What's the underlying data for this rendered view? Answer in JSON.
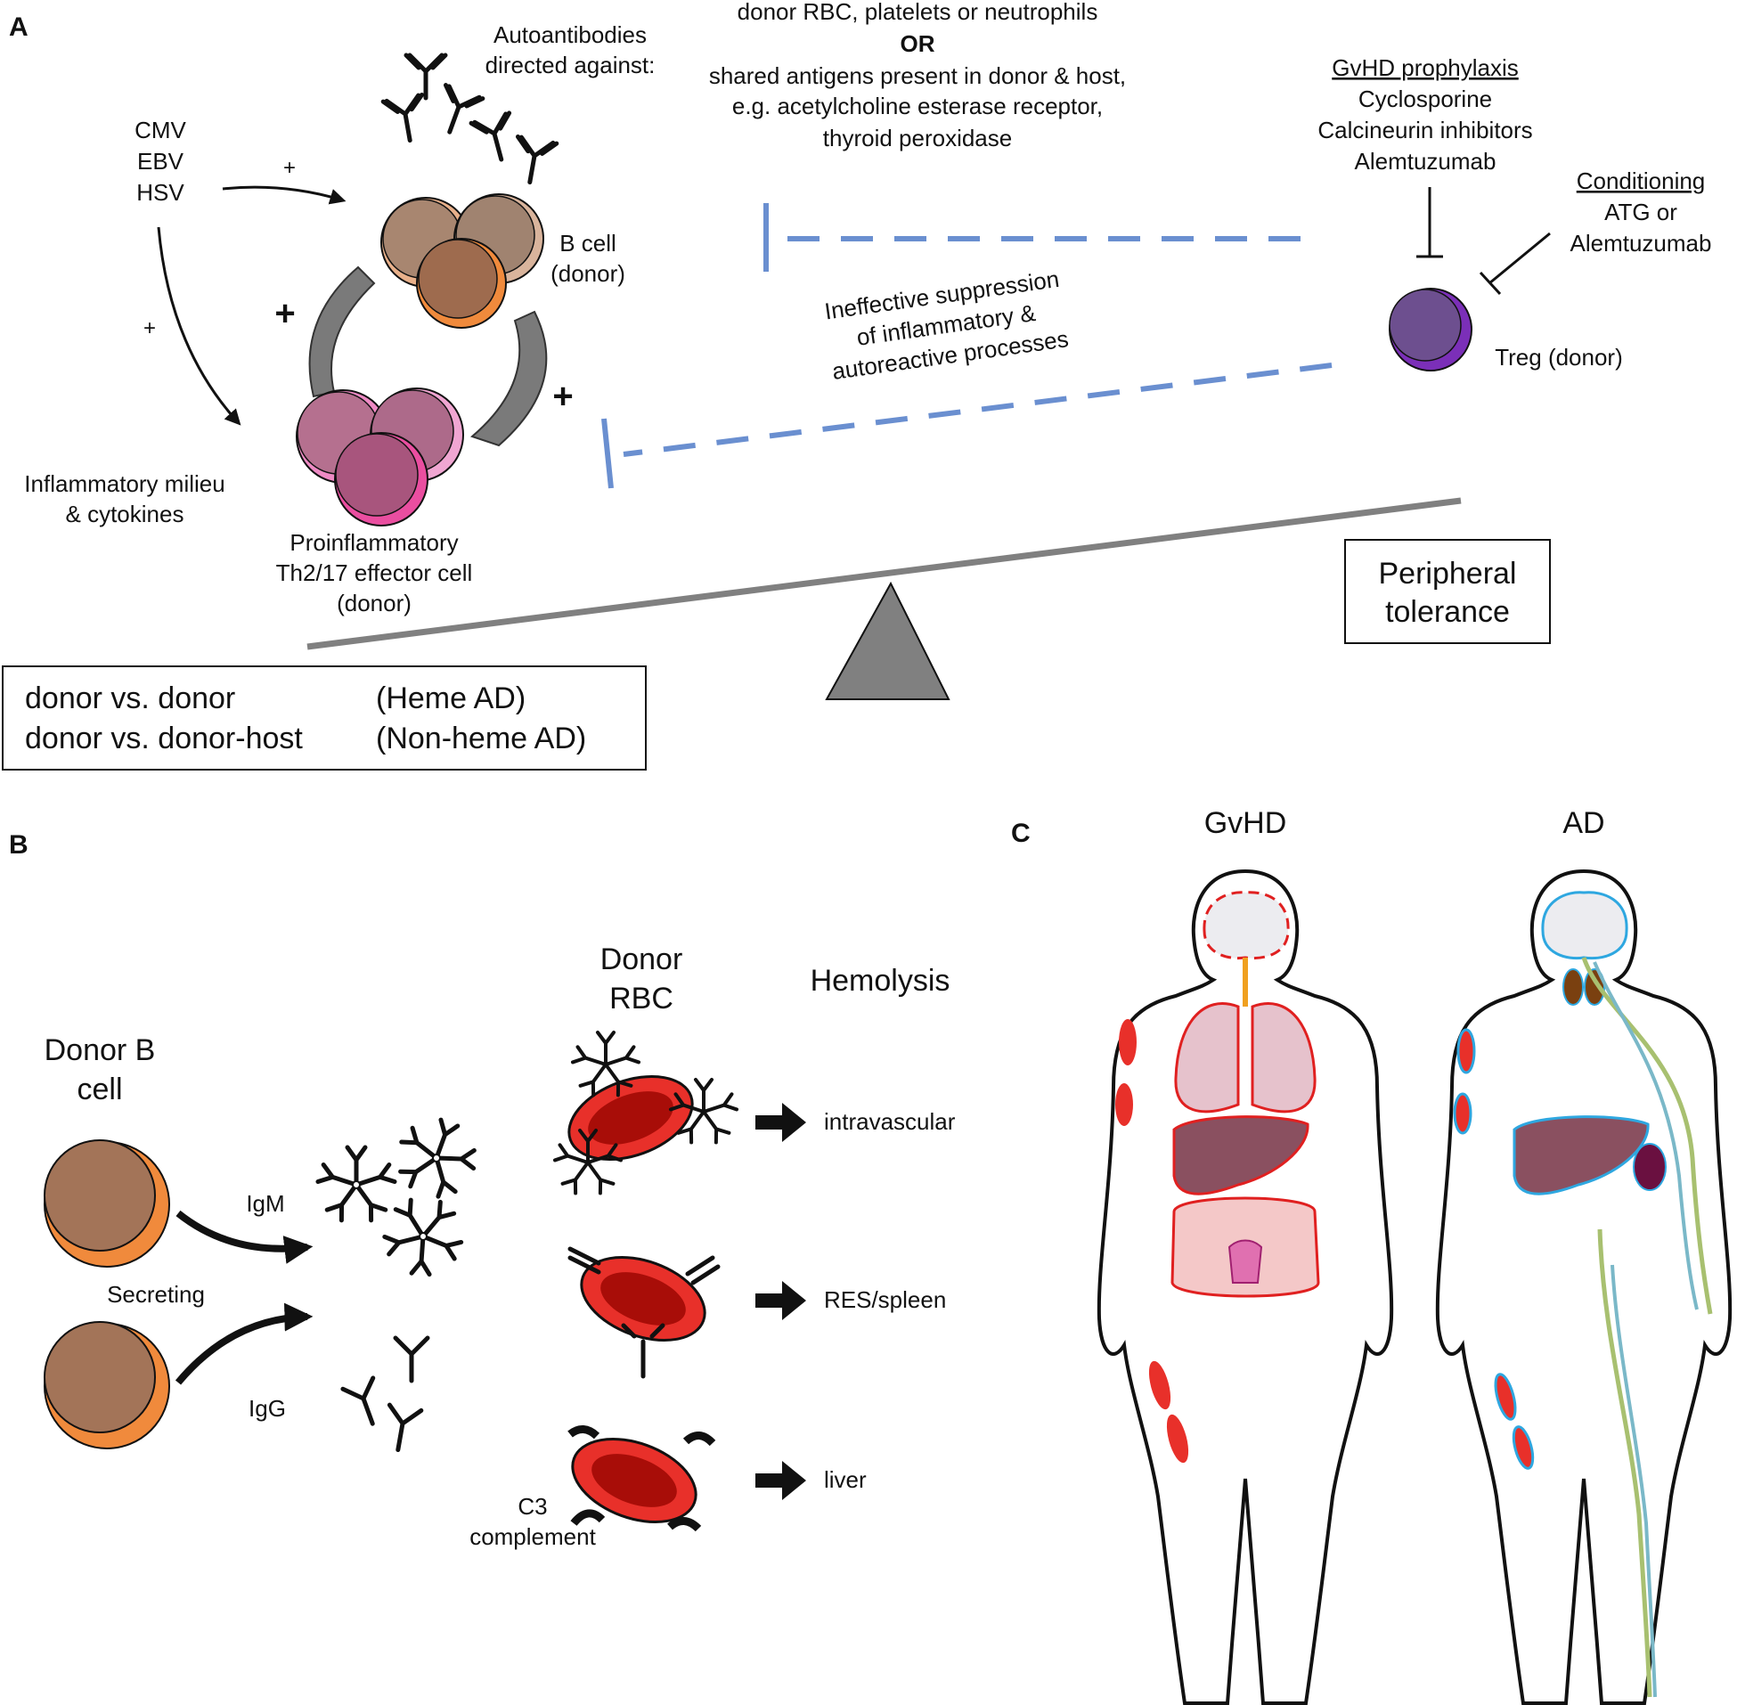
{
  "panel_a": {
    "label": "A",
    "autoantibodies_title": [
      "Autoantibodies",
      "directed against:"
    ],
    "antigens": {
      "line1": "donor RBC, platelets or neutrophils",
      "or": "OR",
      "line2": "shared antigens present in donor & host,",
      "line3": "e.g. acetylcholine esterase receptor,",
      "line4": "thyroid peroxidase"
    },
    "viruses": [
      "CMV",
      "EBV",
      "HSV"
    ],
    "plus_small": "+",
    "plus_big": "+",
    "b_cell_label": [
      "B cell",
      "(donor)"
    ],
    "th_cell_label": [
      "Proinflammatory",
      "Th2/17 effector cell",
      "(donor)"
    ],
    "milieu_label": [
      "Inflammatory milieu",
      "& cytokines"
    ],
    "gvhd_prophylaxis": {
      "title": "GvHD prophylaxis",
      "items": [
        "Cyclosporine",
        "Calcineurin inhibitors",
        "Alemtuzumab"
      ]
    },
    "conditioning": {
      "title": "Conditioning",
      "items": [
        "ATG or",
        "Alemtuzumab"
      ]
    },
    "treg_label": "Treg (donor)",
    "ineffective_label": [
      "Ineffective suppression",
      "of inflammatory &",
      "autoreactive processes"
    ],
    "peripheral_tolerance": [
      "Peripheral",
      "tolerance"
    ],
    "legend": [
      {
        "left": "donor vs. donor",
        "right": "(Heme AD)"
      },
      {
        "left": "donor vs. donor-host",
        "right": "(Non-heme AD)"
      }
    ],
    "colors": {
      "b_cell": "#a88670",
      "b_cell_rim": "#e89a66",
      "th_cell": "#b5708f",
      "th_cell_rim": "#e96aa8",
      "treg": "#6d4f8f",
      "treg_rim": "#7b2fb8",
      "inhibit_line": "#6a8fd0"
    }
  },
  "panel_b": {
    "label": "B",
    "donor_b_cell": [
      "Donor B",
      "cell"
    ],
    "igm": "IgM",
    "igg": "IgG",
    "secreting": "Secreting",
    "donor_rbc": [
      "Donor",
      "RBC"
    ],
    "hemolysis": "Hemolysis",
    "outcomes": [
      "intravascular",
      "RES/spleen",
      "liver"
    ],
    "c3": [
      "C3",
      "complement"
    ],
    "colors": {
      "rbc": "#cc1a10",
      "b_cell": "#a37458",
      "b_cell_rim": "#f08a3c"
    }
  },
  "panel_c": {
    "label": "C",
    "gvhd": "GvHD",
    "ad": "AD",
    "colors": {
      "gvhd_outline": "#e02020",
      "ad_outline": "#2ea7e0",
      "liver": "#8a5060",
      "lesion": "#e8302a"
    }
  }
}
